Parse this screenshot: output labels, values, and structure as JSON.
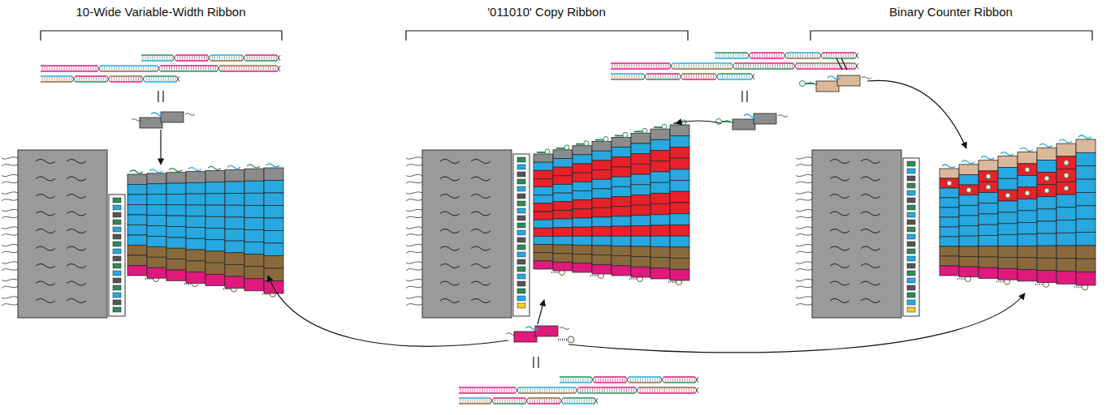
{
  "diagram": {
    "labels": [
      "10-Wide Variable-Width Ribbon",
      "'011010' Copy Ribbon",
      "Binary Counter Ribbon"
    ]
  }
}
